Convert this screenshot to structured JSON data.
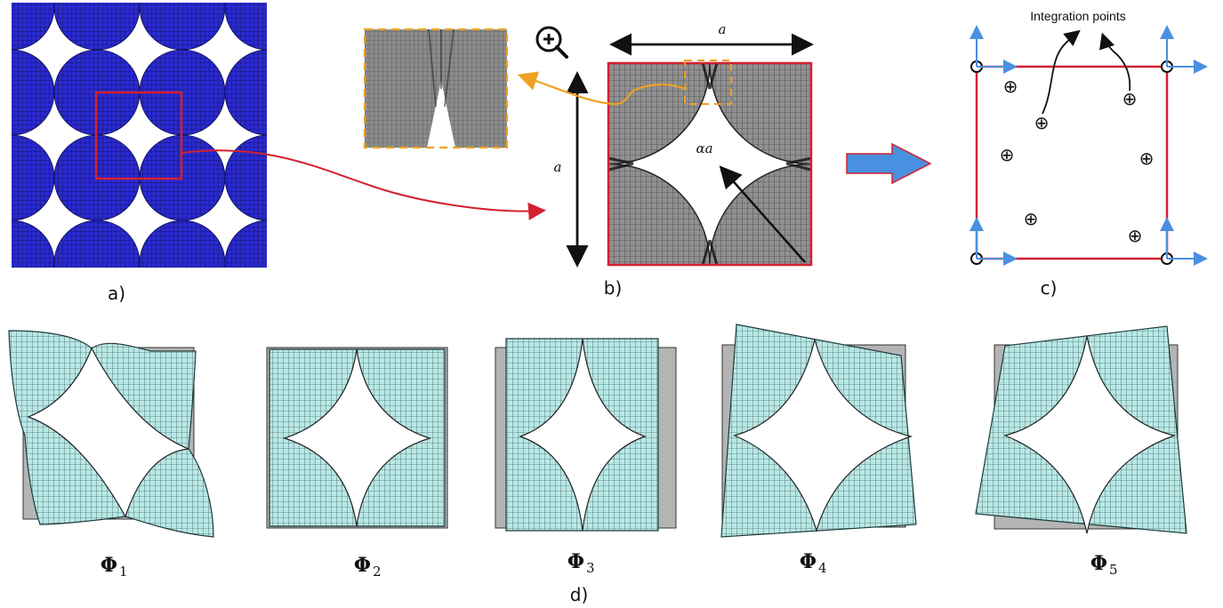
{
  "labels": {
    "a": "a)",
    "b": "b)",
    "c": "c)",
    "d": "d)"
  },
  "panel_b": {
    "side_top": "a",
    "side_left": "a",
    "radius": "αa"
  },
  "panel_c": {
    "integration_points": "Integration points",
    "point_symbol": "⊕"
  },
  "modes": [
    {
      "symbol": "Φ",
      "sub": "1"
    },
    {
      "symbol": "Φ",
      "sub": "2"
    },
    {
      "symbol": "Φ",
      "sub": "3"
    },
    {
      "symbol": "Φ",
      "sub": "4"
    },
    {
      "symbol": "Φ",
      "sub": "5"
    }
  ],
  "colors": {
    "mesh_blue": "#2a2ad0",
    "cell_red": "#d42030",
    "zoom_orange": "#f0a020",
    "big_arrow": "#4a90e0",
    "deformed_teal": "#b8e8e6",
    "undeformed_gray": "#b4b4b4",
    "mesh_gray": "#8a8a8a"
  },
  "icons": {
    "zoom": "zoom-in-icon",
    "flow": "right-arrow-icon"
  }
}
